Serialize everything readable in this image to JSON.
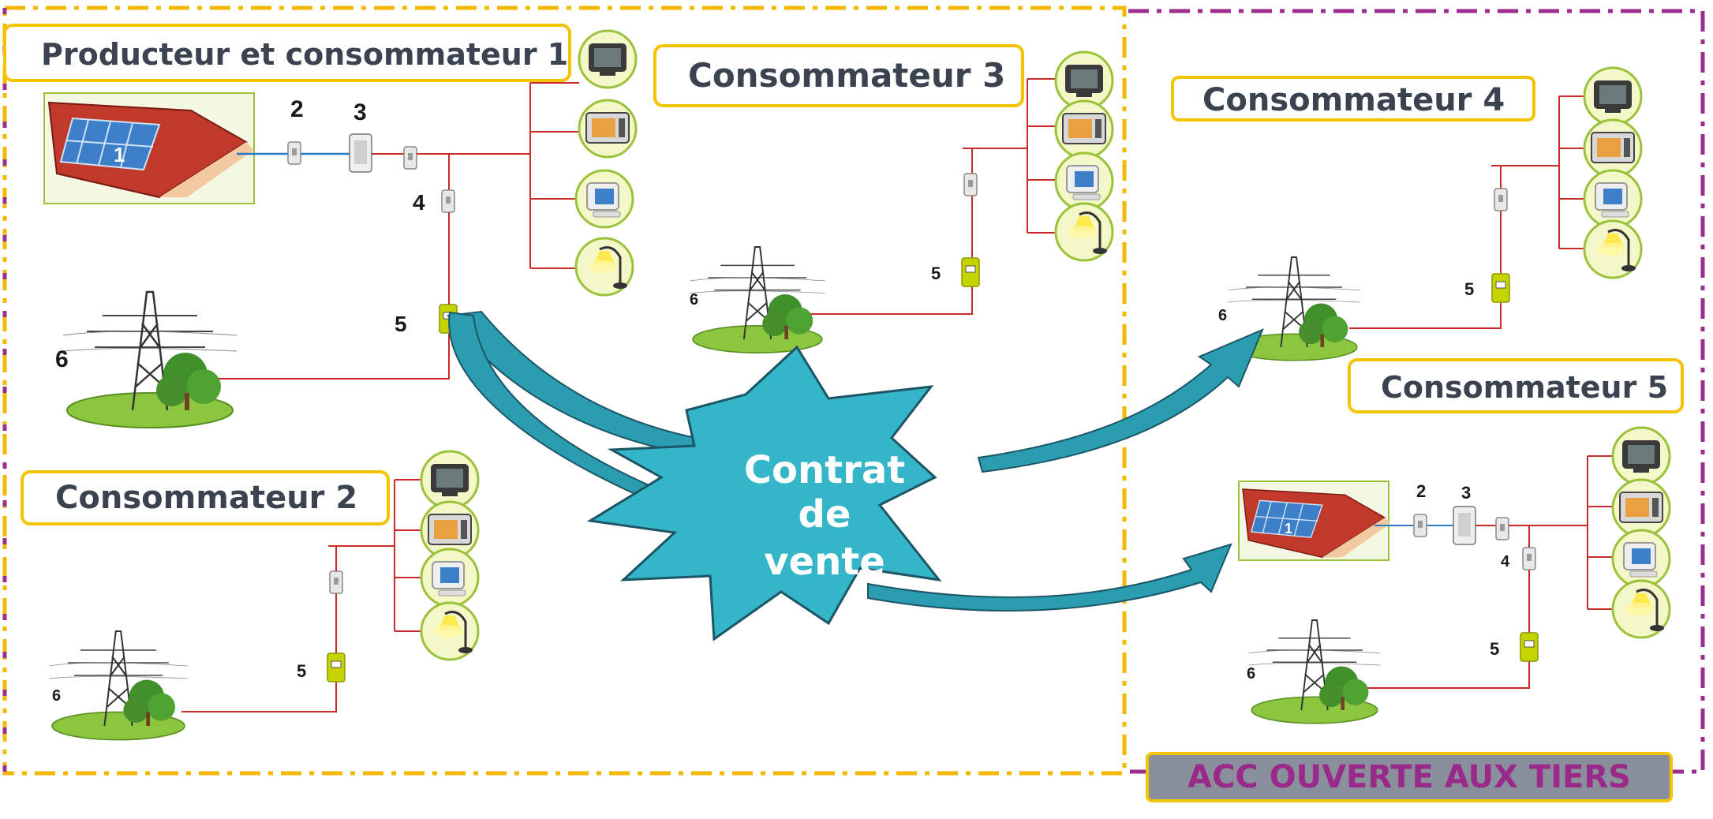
{
  "colors": {
    "border_left": "#f5b800",
    "border_right": "#9b2d8e",
    "title_border": "#f5c400",
    "wire_red": "#cc2a2a",
    "wire_blue": "#2a78c8",
    "arrow_fill": "#2a9db0",
    "arrow_stroke": "#1b5566",
    "burst_fill": "#35b6c8",
    "meter_green": "#c5d400",
    "roof_red": "#c0392b",
    "panel_blue": "#3d7fc9",
    "grass": "#8cc63f",
    "tree": "#3f8f2a",
    "acc_bg": "#8a8f9c",
    "acc_text": "#9a2a8a"
  },
  "titles": {
    "producer": "Producteur et consommateur  1",
    "consumer2": "Consommateur 2",
    "consumer3": "Consommateur 3",
    "consumer4": "Consommateur 4",
    "consumer5": "Consommateur 5"
  },
  "labels": {
    "n1": "1",
    "n2": "2",
    "n3": "3",
    "n4": "4",
    "n5": "5",
    "n6": "6"
  },
  "contract": {
    "line1": "Contrat",
    "line2": "de",
    "line3": "vente"
  },
  "acc_label": "ACC OUVERTE AUX TIERS",
  "appliance_icons": [
    "tv-icon",
    "microwave-icon",
    "computer-icon",
    "lamp-icon"
  ]
}
